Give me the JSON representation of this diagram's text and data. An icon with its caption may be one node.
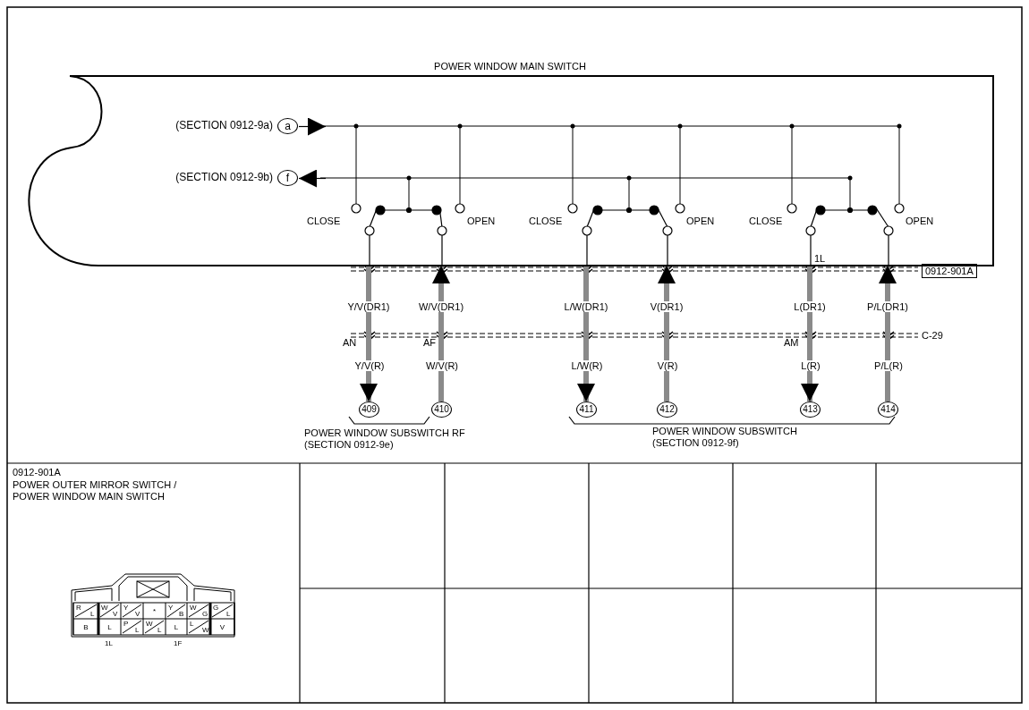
{
  "diagram": {
    "nodes": [
      {
        "text": [
          "POWER WINDOW MAIN SWITCH"
        ]
      },
      {
        "text": [
          "a"
        ],
        "beside": [
          "(SECTION 0912-9a)"
        ],
        "in": 0
      },
      {
        "text": [
          "f"
        ],
        "beside": [
          "(SECTION 0912-9b)"
        ],
        "in": 0
      },
      {
        "text": [
          "409"
        ]
      },
      {
        "text": [
          "410"
        ]
      },
      {
        "text": [
          "411"
        ]
      },
      {
        "text": [
          "412"
        ]
      },
      {
        "text": [
          "413"
        ]
      },
      {
        "text": [
          "414"
        ]
      },
      {
        "text": [
          "0912-901A"
        ]
      }
    ],
    "edges": [
      {
        "from": 1,
        "to": null,
        "arrow": "to",
        "color": "#000000"
      },
      {
        "from": null,
        "to": 2,
        "arrow": "to",
        "color": "#000000"
      },
      {
        "from": 0,
        "to": 3,
        "arrow": "to",
        "label": "Y/V(DR1)"
      },
      {
        "from": 4,
        "to": 0,
        "arrow": "to",
        "label": "W/V(DR1)"
      },
      {
        "from": 0,
        "to": 5,
        "arrow": "to",
        "label": "L/W(DR1)"
      },
      {
        "from": 6,
        "to": 0,
        "arrow": "to",
        "label": "V(DR1)"
      },
      {
        "from": 0,
        "to": 7,
        "arrow": "to",
        "label": "L(DR1)"
      },
      {
        "from": 8,
        "to": 0,
        "arrow": "to",
        "label": "P/L(DR1)"
      }
    ],
    "labels": [
      "CLOSE",
      "OPEN",
      "CLOSE",
      "OPEN",
      "CLOSE",
      "OPEN",
      "1L",
      "AN",
      "AF",
      "AM",
      "C-29",
      "Y/V(R)",
      "W/V(R)",
      "L/W(R)",
      "V(R)",
      "L(R)",
      "P/L(R)",
      "POWER WINDOW SUBSWITCH RF (SECTION 0912-9e)",
      "POWER WINDOW SUBSWITCH (SECTION 0912-9f)",
      "0912-901A",
      "POWER OUTER MIRROR SWITCH / POWER WINDOW MAIN SWITCH",
      "R",
      "L",
      "W",
      "V",
      "Y",
      "V",
      "*",
      "Y",
      "B",
      "W",
      "G",
      "G",
      "L",
      "B",
      "L",
      "P",
      "L",
      "W",
      "L",
      "L",
      "L",
      "W",
      "V",
      "1L",
      "1F"
    ]
  }
}
